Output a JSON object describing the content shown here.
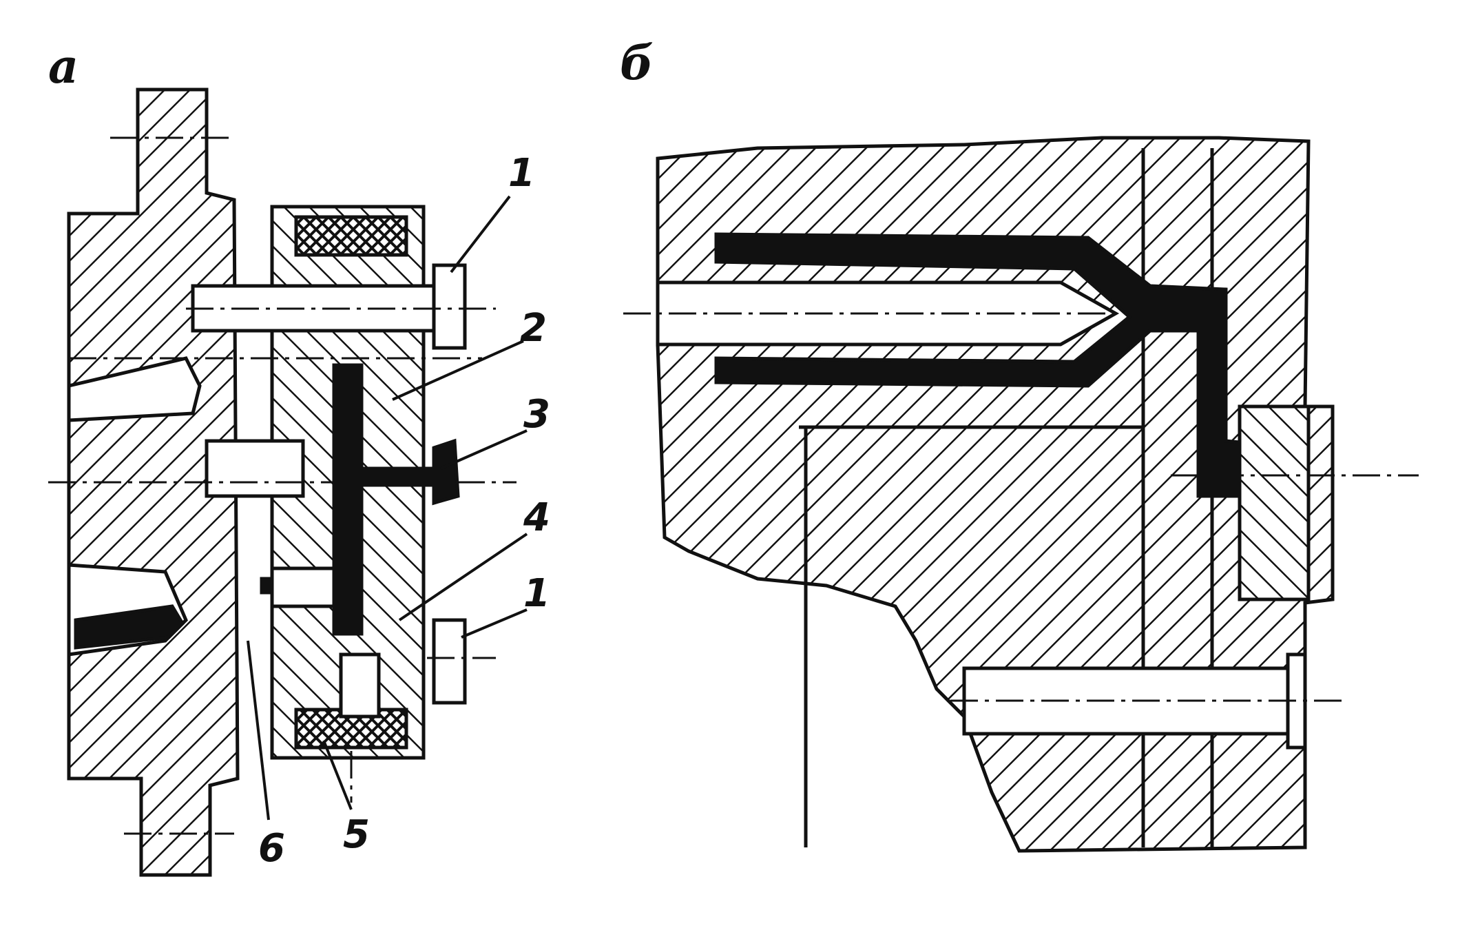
{
  "figure": {
    "panel_a": "а",
    "panel_b": "б",
    "callouts": {
      "c1_top": "1",
      "c2": "2",
      "c3": "3",
      "c4": "4",
      "c1_bottom": "1",
      "c5": "5",
      "c6": "6"
    }
  },
  "colors": {
    "ink": "#111111",
    "paper": "#ffffff"
  }
}
